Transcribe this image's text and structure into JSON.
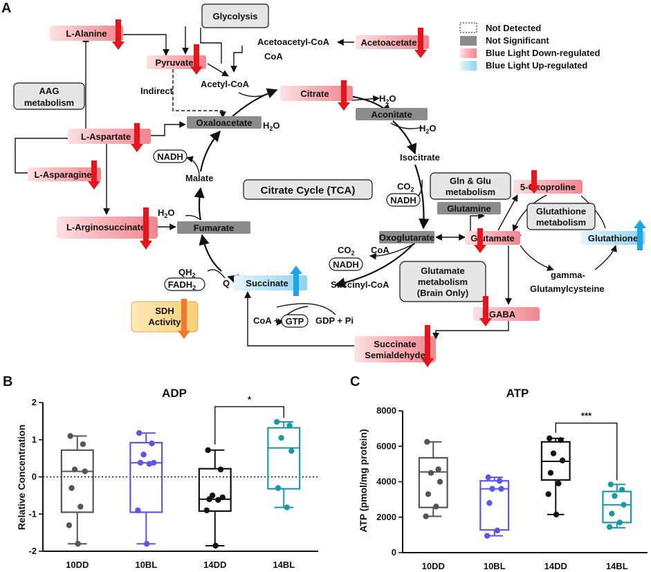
{
  "panels": {
    "a": "A",
    "b": "B",
    "c": "C"
  },
  "colors": {
    "down": "#f59aa0",
    "up": "#9fd8f4",
    "grey": "#8c8c8c",
    "label": "#e6e6e6",
    "arrow_red": "#e8141b",
    "arrow_blue": "#1aa6e8",
    "arrow_orange": "#f07a2a",
    "sdh": "#fbd78a"
  },
  "legend": {
    "not_detected": "Not Detected",
    "not_significant": "Not Significant",
    "down": "Blue Light Down-regulated",
    "up": "Blue Light Up-regulated"
  },
  "pathway": {
    "center": "Citrate Cycle (TCA)",
    "boxes": {
      "glycolysis": "Glycolysis",
      "aag": [
        "AAG",
        "metabolism"
      ],
      "gln_glu": [
        "Gln & Glu",
        "metabolism"
      ],
      "glutathione_met": [
        "Glutathione",
        "metabolism"
      ],
      "glutamate_met": [
        "Glutamate",
        "metabolism",
        "(Brain Only)"
      ],
      "sdh": [
        "SDH",
        "Activity"
      ]
    },
    "metabolites": {
      "alanine": "L-Alanine",
      "pyruvate": "Pyruvate",
      "aspartate": "L-Aspartate",
      "asparagine": "L-Asparagine",
      "arginosuccinate": "L-Arginosuccinate",
      "acetoacetate": "Acetoacetate",
      "citrate": "Citrate",
      "aconitate": "Aconitate",
      "oxaloacetate": "Oxaloacetate",
      "fumarate": "Fumarate",
      "oxoglutarate": "Oxoglutarate",
      "glutamine": "Glutamine",
      "glutamate": "Glutamate",
      "oxoproline": "5-Oxoproline",
      "glutathione": "Glutathione",
      "succinate": "Succinate",
      "gaba": "GABA",
      "ssa": [
        "Succinate",
        "Semialdehyde"
      ]
    },
    "labels": {
      "acetoacetyl_coa": "Acetoacetyl-CoA",
      "coa1": "CoA",
      "acetyl_coa": "Acetyl-CoA",
      "indirect": "Indirect",
      "h2o_1": "H",
      "h2o_2": "H",
      "h2o_3": "H",
      "h2o_4": "H",
      "sub2": "2",
      "o": "O",
      "nadh1": "NADH",
      "malate": "Malate",
      "isocitrate": "Isocitrate",
      "co2_1": "CO",
      "nadh2": "NADH",
      "co2_2": "CO",
      "coa2": "CoA",
      "nadh3": "NADH",
      "succinyl_coa": "Succinyl-CoA",
      "qh2": "QH",
      "fadh2": "FADH",
      "q": "Q",
      "coa_gtp": "CoA +",
      "gtp": "GTP",
      "gdp_pi": "GDP + Pi",
      "gamma": "gamma-",
      "glutamylcysteine": "Glutamylcysteine"
    }
  },
  "chart_data": [
    {
      "type": "box",
      "title": "ADP",
      "ylabel": "Relative Concentration",
      "ylim": [
        -2,
        2
      ],
      "yticks": [
        -2,
        -1,
        0,
        1,
        2
      ],
      "reference_line": 0,
      "categories": [
        "10DD",
        "10BL",
        "14DD",
        "14BL"
      ],
      "series": [
        {
          "name": "10DD",
          "color": "#555555",
          "box": {
            "min": -1.8,
            "q1": -0.95,
            "median": 0.15,
            "q3": 0.72,
            "max": 1.1
          },
          "points": [
            1.1,
            0.88,
            0.2,
            0.15,
            -0.3,
            -0.8,
            -1.3,
            -1.8
          ]
        },
        {
          "name": "10BL",
          "color": "#5b56e8",
          "box": {
            "min": -1.8,
            "q1": -0.95,
            "median": 0.38,
            "q3": 0.92,
            "max": 1.18
          },
          "points": [
            1.18,
            0.9,
            0.6,
            0.38,
            0.38,
            0.35,
            -0.9,
            -1.8
          ]
        },
        {
          "name": "14DD",
          "color": "#111111",
          "box": {
            "min": -1.85,
            "q1": -0.92,
            "median": -0.6,
            "q3": 0.22,
            "max": 0.72
          },
          "points": [
            0.72,
            0.2,
            -0.5,
            -0.55,
            -0.6,
            -0.62,
            -0.9,
            -1.85
          ]
        },
        {
          "name": "14BL",
          "color": "#1a9aa8",
          "box": {
            "min": -0.82,
            "q1": -0.32,
            "median": 0.78,
            "q3": 1.32,
            "max": 1.48
          },
          "points": [
            1.48,
            1.38,
            1.05,
            0.7,
            -0.3,
            -0.82
          ]
        }
      ],
      "significance": {
        "from": "14DD",
        "to": "14BL",
        "label": "*"
      }
    },
    {
      "type": "box",
      "title": "ATP",
      "ylabel": "ATP (pmol/mg protein)",
      "ylim": [
        0,
        8000
      ],
      "yticks": [
        0,
        2000,
        4000,
        6000,
        8000
      ],
      "categories": [
        "10DD",
        "10BL",
        "14DD",
        "14BL"
      ],
      "series": [
        {
          "name": "10DD",
          "color": "#555555",
          "box": {
            "min": 2050,
            "q1": 2550,
            "median": 4550,
            "q3": 5350,
            "max": 6250
          },
          "points": [
            6250,
            4700,
            4500,
            4000,
            3300,
            2600,
            2050
          ]
        },
        {
          "name": "10BL",
          "color": "#5b56e8",
          "box": {
            "min": 950,
            "q1": 1280,
            "median": 3600,
            "q3": 4050,
            "max": 4250
          },
          "points": [
            4250,
            4050,
            3600,
            3600,
            2800,
            1250,
            950
          ]
        },
        {
          "name": "14DD",
          "color": "#111111",
          "box": {
            "min": 2150,
            "q1": 4100,
            "median": 5150,
            "q3": 6250,
            "max": 6450
          },
          "points": [
            6450,
            6350,
            5600,
            5200,
            4500,
            3900,
            3300,
            2150
          ]
        },
        {
          "name": "14BL",
          "color": "#1a9aa8",
          "box": {
            "min": 1400,
            "q1": 1700,
            "median": 2700,
            "q3": 3450,
            "max": 3850
          },
          "points": [
            3850,
            3550,
            3200,
            2700,
            2200,
            1700,
            1450
          ]
        }
      ],
      "significance": {
        "from": "14DD",
        "to": "14BL",
        "label": "***"
      }
    }
  ]
}
